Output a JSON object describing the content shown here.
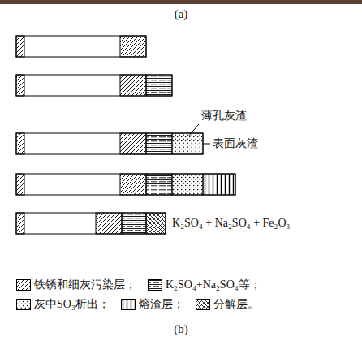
{
  "diagram": {
    "labels": [
      "(a)",
      "薄孔灰渣",
      "表面灰渣",
      "K₂SO₄ + Na₂SO₄ + Fe₂O₃",
      "(b)"
    ],
    "legend": [
      {
        "text": "铁锈和细灰污染层；"
      },
      {
        "text": "K₂SO₄+Na₂SO₄等；"
      },
      {
        "text": "灰中SO₃析出；"
      },
      {
        "text": "熔渣层；"
      },
      {
        "text": "分解层。"
      }
    ]
  }
}
